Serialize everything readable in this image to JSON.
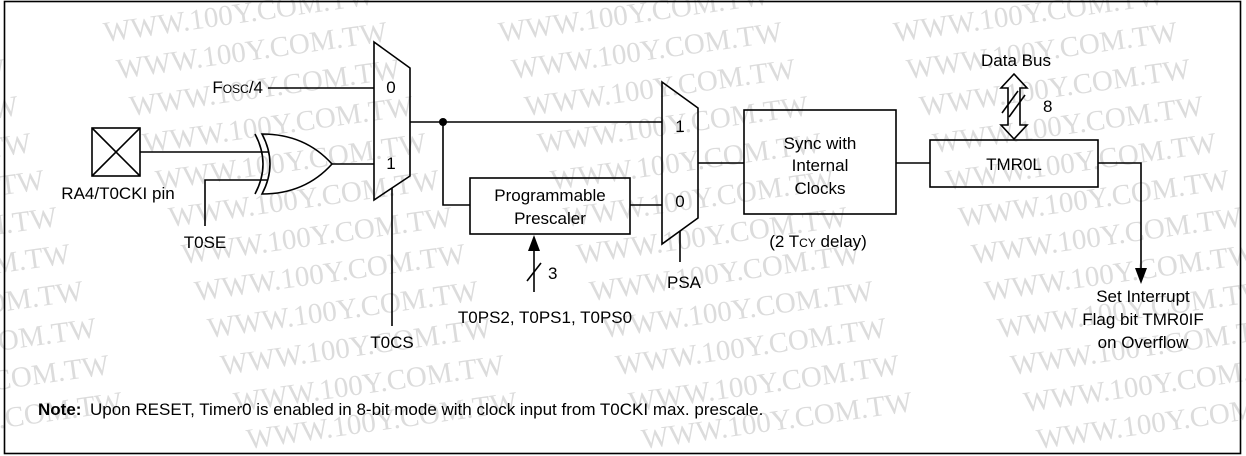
{
  "watermark": "WWW.100Y.COM.TW",
  "pin": {
    "label": "RA4/T0CKI pin"
  },
  "fosc": {
    "f": "F",
    "osc": "OSC",
    "div": "/4"
  },
  "t0se": "T0SE",
  "clock_mux": {
    "input_0": "0",
    "input_1": "1",
    "select": "T0CS"
  },
  "prescaler": {
    "line1": "Programmable",
    "line2": "Prescaler",
    "bus_width": "3",
    "select_bits": "T0PS2, T0PS1, T0PS0"
  },
  "psa_mux": {
    "input_1": "1",
    "input_0": "0",
    "select": "PSA"
  },
  "sync": {
    "line1": "Sync with",
    "line2": "Internal",
    "line3": "Clocks",
    "delay": {
      "prefix": "(2 T",
      "sub": "CY",
      "suffix": " delay)"
    }
  },
  "tmr0l": {
    "label": "TMR0L",
    "data_bus": "Data Bus",
    "bus_width": "8"
  },
  "interrupt": {
    "line1": "Set Interrupt",
    "line2": "Flag bit TMR0IF",
    "line3": "on Overflow"
  },
  "note": {
    "label": "Note:",
    "text": "Upon RESET, Timer0 is enabled in 8-bit mode with clock input from T0CKI max. prescale."
  }
}
